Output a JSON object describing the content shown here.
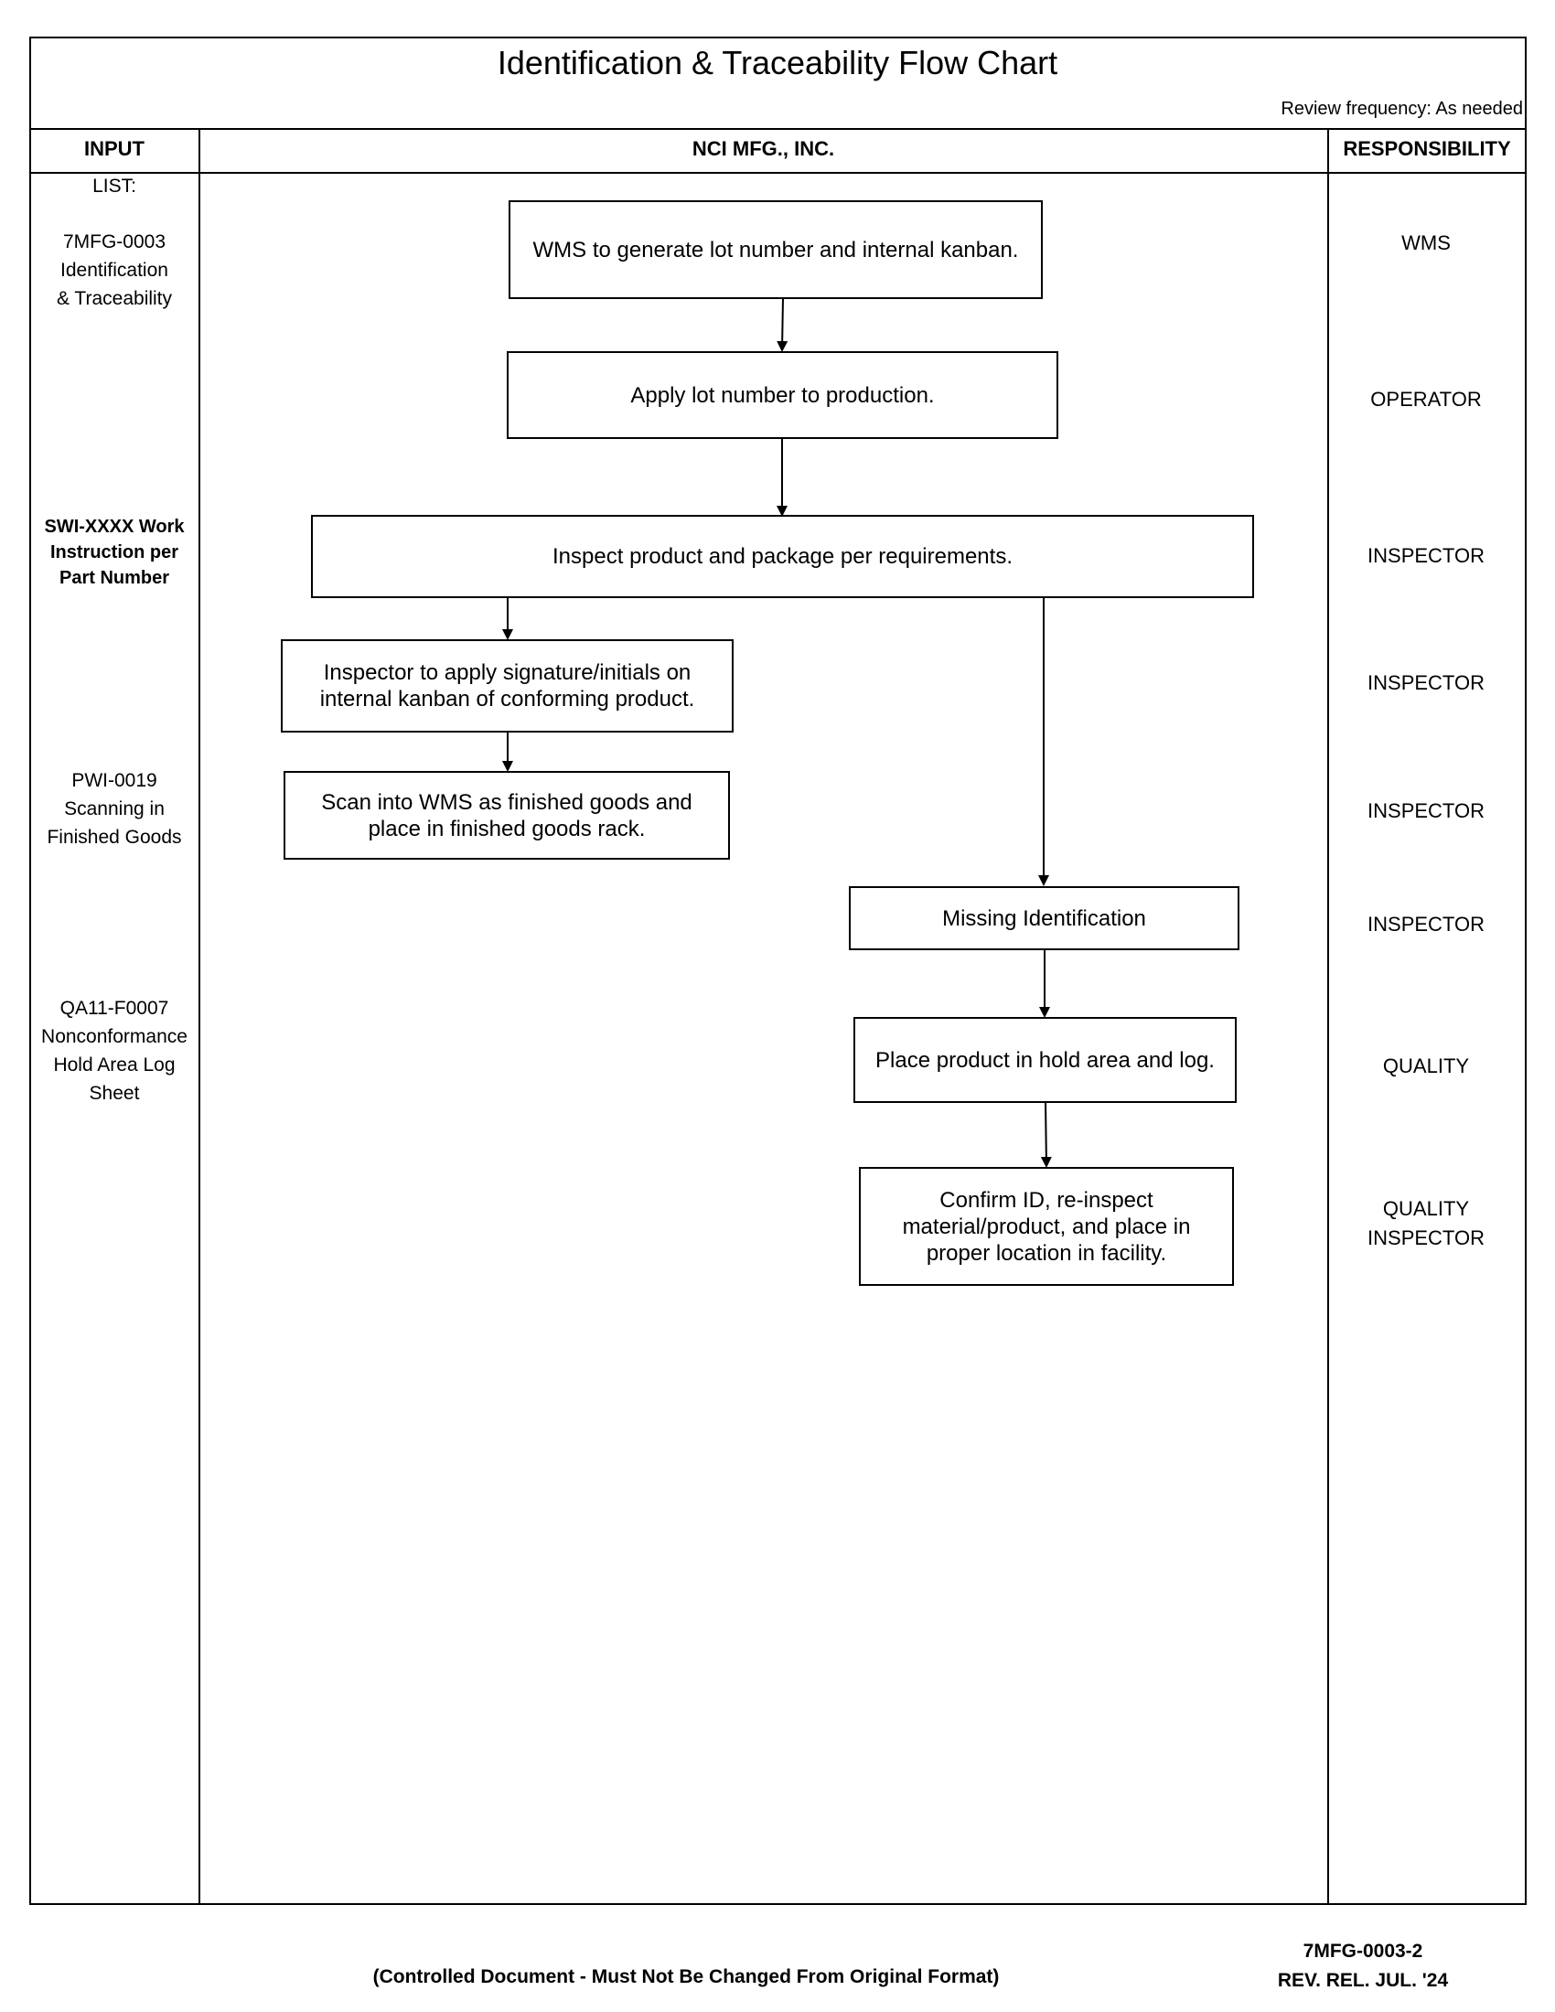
{
  "title": "Identification & Traceability Flow Chart",
  "review": "Review frequency: As needed",
  "headers": {
    "input": "INPUT",
    "company": "NCI MFG., INC.",
    "responsibility": "RESPONSIBILITY"
  },
  "inputs": {
    "list": "LIST:",
    "doc1": "7MFG-0003 Identification & Traceability",
    "doc2": "SWI-XXXX Work Instruction per Part Number",
    "doc3": "PWI-0019 Scanning in Finished Goods",
    "doc4": "QA11-F0007 Nonconformance Hold Area Log Sheet"
  },
  "steps": {
    "s1": "WMS to generate lot number and internal kanban.",
    "s2": "Apply lot number to production.",
    "s3": "Inspect product and package per requirements.",
    "s4": "Inspector to apply signature/initials on internal kanban of conforming product.",
    "s5": "Scan into WMS as finished goods and place in finished goods rack.",
    "s6": "Missing Identification",
    "s7": "Place product in hold area and log.",
    "s8": "Confirm ID, re-inspect material/product, and place in proper location in facility."
  },
  "responsibilities": {
    "r1": "WMS",
    "r2": "OPERATOR",
    "r3": "INSPECTOR",
    "r4": "INSPECTOR",
    "r5": "INSPECTOR",
    "r6": "INSPECTOR",
    "r7": "QUALITY",
    "r8": "QUALITY INSPECTOR"
  },
  "footer": {
    "doc_id": "7MFG-0003-2",
    "revision": "REV. REL. JUL. '24",
    "note": "(Controlled Document - Must Not Be Changed From Original Format)"
  }
}
